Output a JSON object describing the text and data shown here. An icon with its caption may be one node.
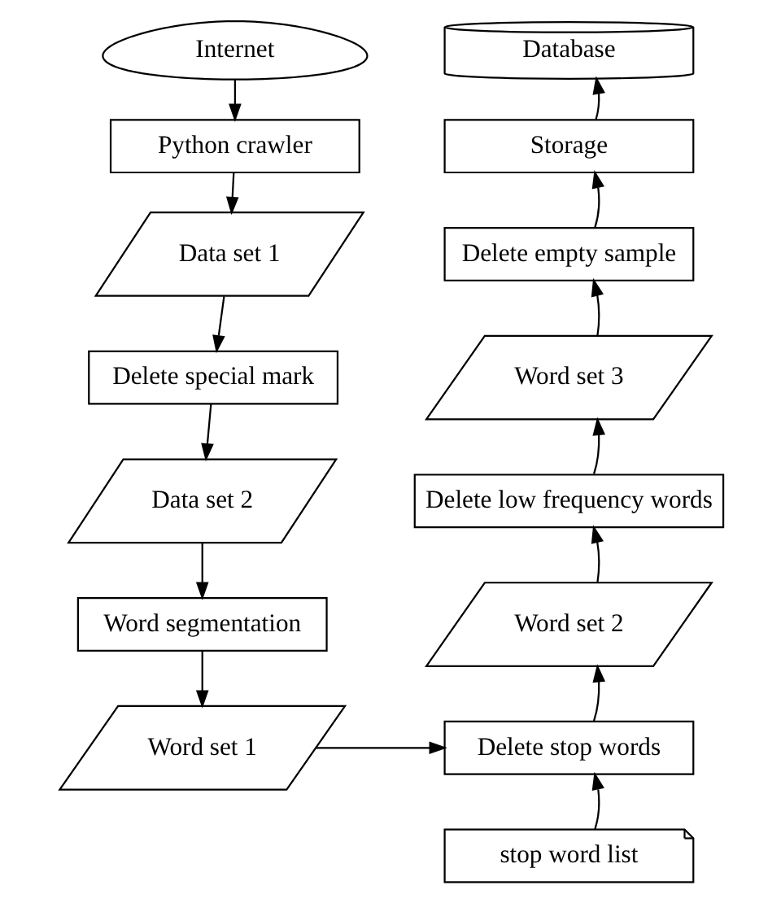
{
  "diagram": {
    "nodes": [
      {
        "text": [
          "Internet"
        ]
      },
      {
        "text": [
          "Python crawler"
        ]
      },
      {
        "text": [
          "Data set 1"
        ]
      },
      {
        "text": [
          "Delete special mark"
        ]
      },
      {
        "text": [
          "Data set 2"
        ]
      },
      {
        "text": [
          "Word segmentation"
        ]
      },
      {
        "text": [
          "Word set 1"
        ]
      },
      {
        "text": [
          "Delete stop words"
        ]
      },
      {
        "text": [
          "stop word list"
        ]
      },
      {
        "text": [
          "Word set 2"
        ]
      },
      {
        "text": [
          "Delete low frequency words"
        ]
      },
      {
        "text": [
          "Word set 3"
        ]
      },
      {
        "text": [
          "Delete empty sample"
        ]
      },
      {
        "text": [
          "Storage"
        ]
      },
      {
        "text": [
          "Database"
        ]
      }
    ],
    "edges": [
      {
        "from": 0,
        "to": 1,
        "arrow": "to"
      },
      {
        "from": 1,
        "to": 2,
        "arrow": "to"
      },
      {
        "from": 2,
        "to": 3,
        "arrow": "to"
      },
      {
        "from": 3,
        "to": 4,
        "arrow": "to"
      },
      {
        "from": 4,
        "to": 5,
        "arrow": "to"
      },
      {
        "from": 5,
        "to": 6,
        "arrow": "to"
      },
      {
        "from": 6,
        "to": 7,
        "arrow": "to"
      },
      {
        "from": 8,
        "to": 7,
        "arrow": "to"
      },
      {
        "from": 7,
        "to": 9,
        "arrow": "to"
      },
      {
        "from": 9,
        "to": 10,
        "arrow": "to"
      },
      {
        "from": 10,
        "to": 11,
        "arrow": "to"
      },
      {
        "from": 11,
        "to": 12,
        "arrow": "to"
      },
      {
        "from": 12,
        "to": 13,
        "arrow": "to"
      },
      {
        "from": 13,
        "to": 14,
        "arrow": "to"
      }
    ]
  }
}
